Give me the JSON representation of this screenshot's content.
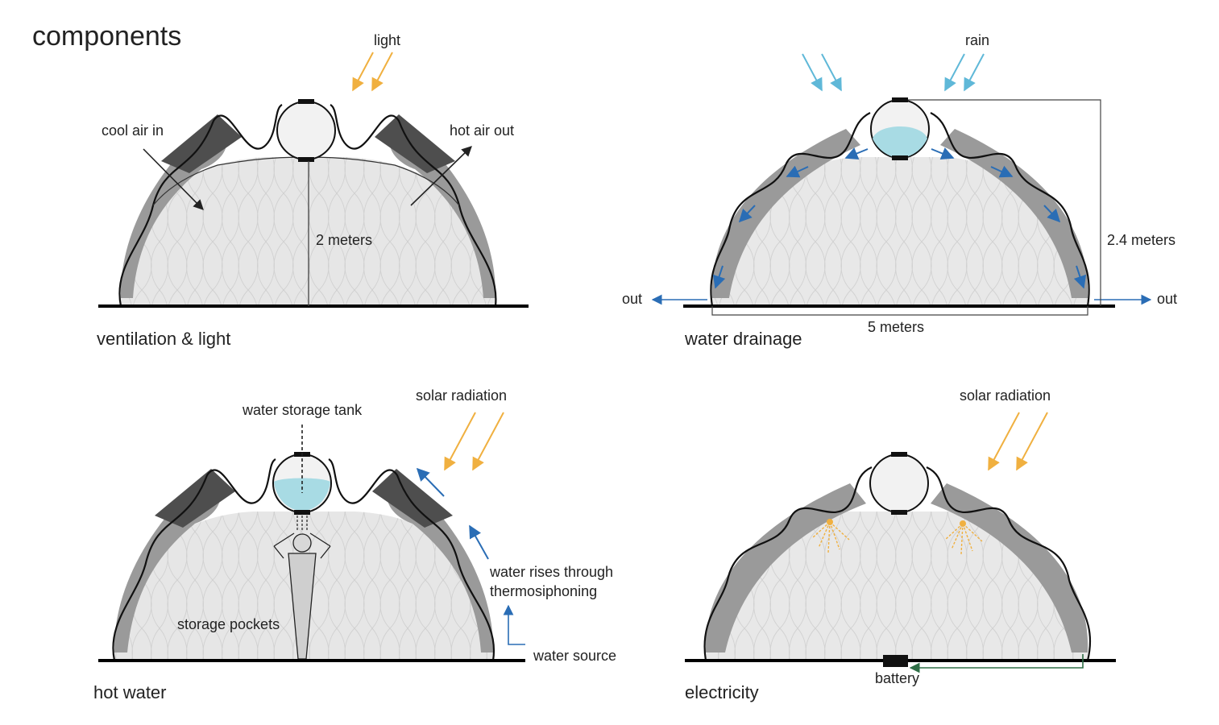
{
  "title": "components",
  "colors": {
    "light_arrow": "#f0b040",
    "rain_arrow": "#5fb8d8",
    "flow_arrow": "#2a6db5",
    "water_fill": "#a8dbe4",
    "ground_line": "#000000",
    "battery_wire": "#2e6e46",
    "dark_panel": "#4e4e4e",
    "mid_panel": "#9a9a9a",
    "light_panel": "#e4e4e4"
  },
  "panels": {
    "ventilation": {
      "caption": "ventilation & light",
      "light": "light",
      "cool_air": "cool air in",
      "hot_air": "hot air out",
      "height": "2 meters"
    },
    "drainage": {
      "caption": "water drainage",
      "rain": "rain",
      "out_left": "out",
      "out_right": "out",
      "height": "2.4 meters",
      "width": "5 meters"
    },
    "hot_water": {
      "caption": "hot water",
      "tank": "water storage tank",
      "solar": "solar radiation",
      "rises_line1": "water rises through",
      "rises_line2": "thermosiphoning",
      "pockets": "storage pockets",
      "source": "water source"
    },
    "electricity": {
      "caption": "electricity",
      "solar": "solar radiation",
      "battery": "battery"
    }
  }
}
